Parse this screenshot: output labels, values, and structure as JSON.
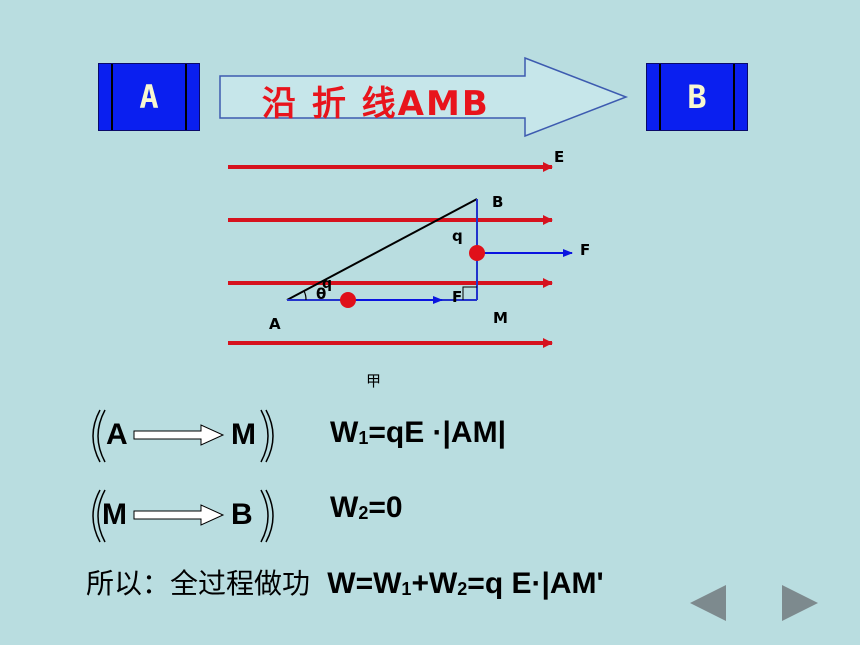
{
  "top": {
    "box_a": "A",
    "box_b": "B",
    "arrow_text": "沿 折 线AMB"
  },
  "diagram": {
    "label_e": "E",
    "label_b": "B",
    "label_q_top": "q",
    "label_f_right": "F",
    "label_theta": "θ",
    "label_q_bottom": "q",
    "label_f_bottom": "F",
    "label_a": "A",
    "label_m": "M",
    "caption": "甲"
  },
  "step1": {
    "start": "A",
    "end": "M",
    "formula": "W1=qE ·|AM|"
  },
  "step2": {
    "start": "M",
    "end": "B",
    "formula": "W2=0"
  },
  "summary": {
    "prefix": "所以：全过程做功",
    "formula": "W=W1+W2=q E·|AM'"
  },
  "colors": {
    "background": "#b9dde0",
    "field_line": "#d6121e",
    "force_arrow": "#0a14e0",
    "box": "#0a1ff0",
    "charge": "#e0101a"
  }
}
